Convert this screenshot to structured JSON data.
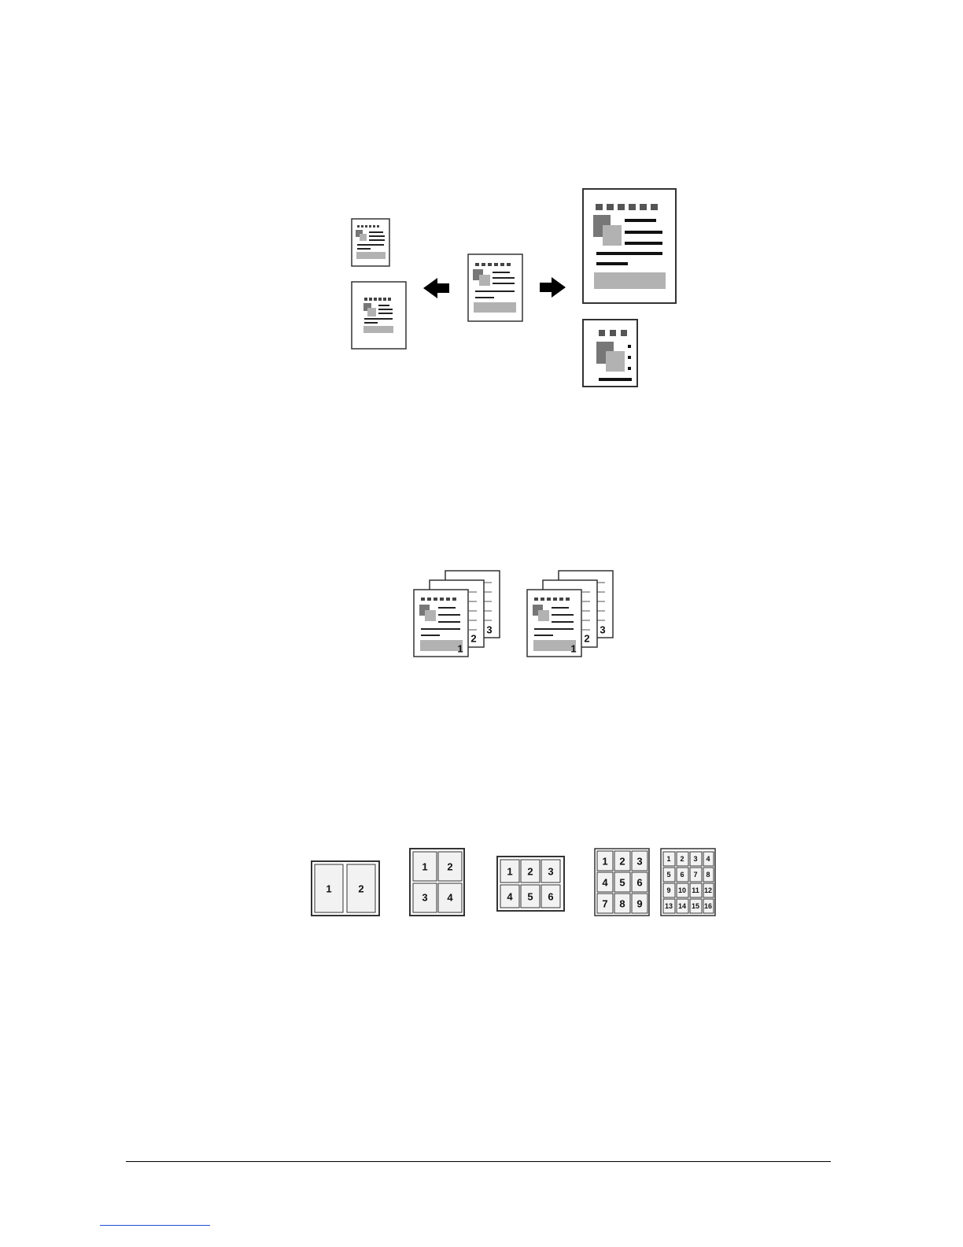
{
  "figures": {
    "zoom": {
      "arrow_left_icon": "arrow-left-icon",
      "arrow_right_icon": "arrow-right-icon"
    },
    "collate": {
      "sets": [
        {
          "pages": [
            "1",
            "2",
            "3"
          ]
        },
        {
          "pages": [
            "1",
            "2",
            "3"
          ]
        }
      ]
    },
    "combine": {
      "layouts": [
        {
          "pages": [
            "1",
            "2"
          ]
        },
        {
          "pages": [
            "1",
            "2",
            "3",
            "4"
          ]
        },
        {
          "pages": [
            "1",
            "2",
            "3",
            "4",
            "5",
            "6"
          ]
        },
        {
          "pages": [
            "1",
            "2",
            "3",
            "4",
            "5",
            "6",
            "7",
            "8",
            "9"
          ]
        },
        {
          "pages": [
            "1",
            "2",
            "3",
            "4",
            "5",
            "6",
            "7",
            "8",
            "9",
            "10",
            "11",
            "12",
            "13",
            "14",
            "15",
            "16"
          ]
        }
      ]
    }
  },
  "colors": {
    "dark_gray": "#777777",
    "light_gray": "#b2b2b2",
    "page_fill": "#f2f2f2",
    "link_blue": "#1f4fd8"
  }
}
